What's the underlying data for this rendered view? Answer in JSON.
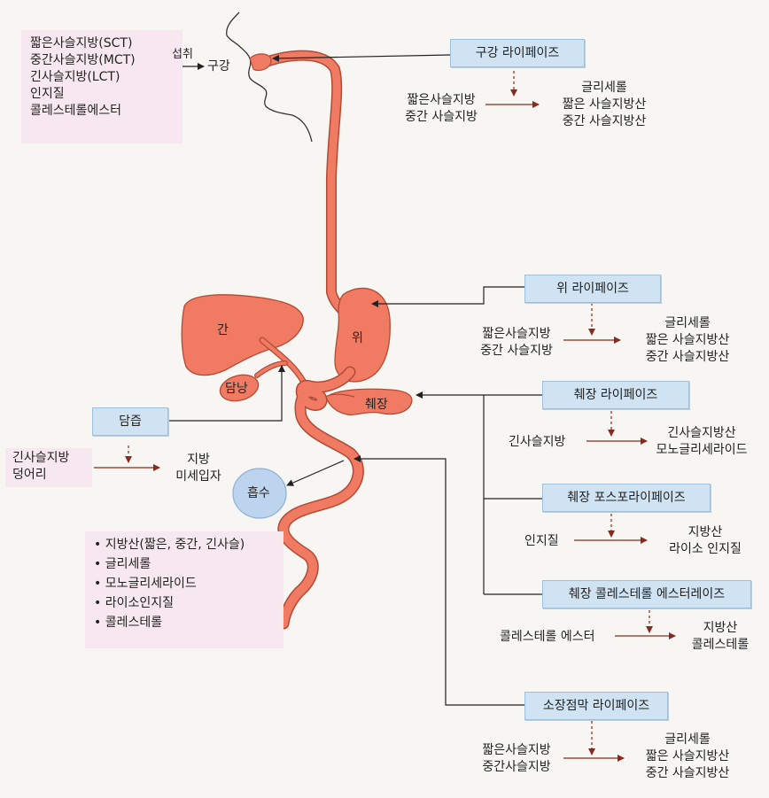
{
  "intake": {
    "items": [
      "짧은사슬지방(SCT)",
      "중간사슬지방(MCT)",
      "긴사슬지방(LCT)",
      "인지질",
      "콜레스테롤에스터"
    ],
    "verb": "섭취",
    "target": "구강"
  },
  "organs": {
    "liver": "간",
    "stomach": "위",
    "gallbladder": "담낭",
    "pancreas": "췌장"
  },
  "bile": {
    "label": "담즙",
    "input": [
      "긴사슬지방",
      "덩어리"
    ],
    "output": [
      "지방",
      "미세입자"
    ]
  },
  "absorption": {
    "label": "흡수",
    "items": [
      "지방산(짧은, 중간, 긴사슬)",
      "글리세롤",
      "모노글리세라이드",
      "라이소인지질",
      "콜레스테롤"
    ]
  },
  "enzymes": [
    {
      "name": "구강 라이페이즈",
      "input": [
        "짧은사슬지방",
        "중간 사슬지방"
      ],
      "output": [
        "글리세롤",
        "짧은 사슬지방산",
        "중간 사슬지방산"
      ]
    },
    {
      "name": "위 라이페이즈",
      "input": [
        "짧은사슬지방",
        "중간 사슬지방"
      ],
      "output": [
        "글리세롤",
        "짧은 사슬지방산",
        "중간 사슬지방산"
      ]
    },
    {
      "name": "췌장 라이페이즈",
      "input": [
        "긴사슬지방"
      ],
      "output": [
        "긴사슬지방산",
        "모노글리세라이드"
      ]
    },
    {
      "name": "췌장 포스포라이페이즈",
      "input": [
        "인지질"
      ],
      "output": [
        "지방산",
        "라이소 인지질"
      ]
    },
    {
      "name": "췌장 콜레스테롤 에스터레이즈",
      "input": [
        "콜레스테롤 에스터"
      ],
      "output": [
        "지방산",
        "콜레스테롤"
      ]
    },
    {
      "name": "소장점막 라이페이즈",
      "input": [
        "짧은사슬지방",
        "중간사슬지방"
      ],
      "output": [
        "글리세롤",
        "짧은 사슬지방산",
        "중간 사슬지방산"
      ]
    }
  ],
  "colors": {
    "organ": "#f07a62",
    "organ_edge": "#b24a36",
    "enzyme_box": "#cfe3f3",
    "highlight_box": "#f6e8ee",
    "absorb_circle": "#bcd4ee",
    "reaction_arrow": "#8a2a1e"
  }
}
